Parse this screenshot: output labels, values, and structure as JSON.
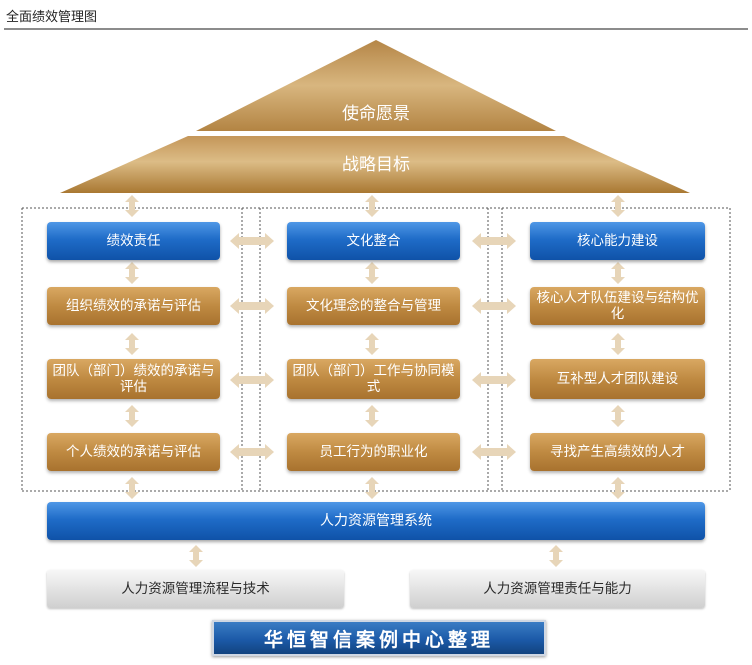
{
  "page_title": "全面绩效管理图",
  "roof": {
    "top": "使命愿景",
    "bottom": "战略目标"
  },
  "columns": [
    {
      "header": "绩效责任",
      "items": [
        "组织绩效的承诺与评估",
        "团队（部门）绩效的承诺与评估",
        "个人绩效的承诺与评估"
      ]
    },
    {
      "header": "文化整合",
      "items": [
        "文化理念的整合与管理",
        "团队（部门）工作与协同模式",
        "员工行为的职业化"
      ]
    },
    {
      "header": "核心能力建设",
      "items": [
        "核心人才队伍建设与结构优化",
        "互补型人才团队建设",
        "寻找产生高绩效的人才"
      ]
    }
  ],
  "foundation": "人力资源管理系统",
  "base": {
    "left": "人力资源管理流程与技术",
    "right": "人力资源管理责任与能力"
  },
  "banner": "华恒智信案例中心整理",
  "colors": {
    "blue": "#1f6cc8",
    "gold": "#bf8a42",
    "roof": "#b98a4b",
    "arrow": "#e7d5b8",
    "grey": "#e1e1e1"
  }
}
